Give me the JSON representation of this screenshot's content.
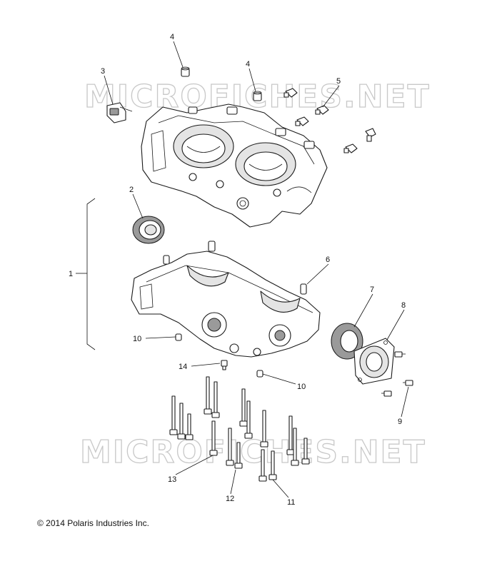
{
  "watermark": "MICROFICHES.NET",
  "copyright": "© 2014 Polaris Industries Inc.",
  "callouts": {
    "c1": "1",
    "c2": "2",
    "c3": "3",
    "c4a": "4",
    "c4b": "4",
    "c5": "5",
    "c6": "6",
    "c7": "7",
    "c8": "8",
    "c9": "9",
    "c10a": "10",
    "c10b": "10",
    "c11": "11",
    "c12": "12",
    "c13": "13",
    "c14": "14"
  }
}
